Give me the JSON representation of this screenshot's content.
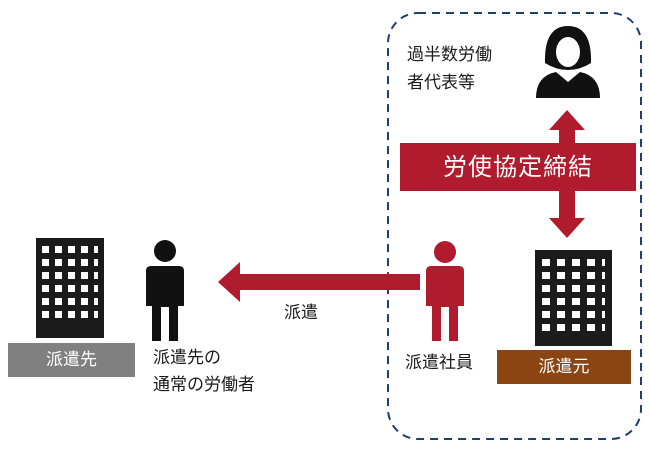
{
  "labels": {
    "host_company": "派遣先",
    "host_worker_line1": "派遣先の",
    "host_worker_line2": "通常の労働者",
    "dispatch": "派遣",
    "dispatched_employee": "派遣社員",
    "origin_company": "派遣元",
    "rep_line1": "過半数労働",
    "rep_line2": "者代表等",
    "agreement": "労使協定締結"
  },
  "colors": {
    "accent_red": "#b01c2e",
    "building": "#1b1b1b",
    "person": "#111111",
    "host_box": "#808080",
    "origin_box": "#8b4513",
    "dashed_border": "#1f3f6e"
  },
  "icons": {
    "host_building": "office-building-icon",
    "host_worker": "person-icon",
    "dispatched_employee": "person-icon",
    "origin_building": "office-building-icon",
    "representative": "businesswoman-icon"
  }
}
